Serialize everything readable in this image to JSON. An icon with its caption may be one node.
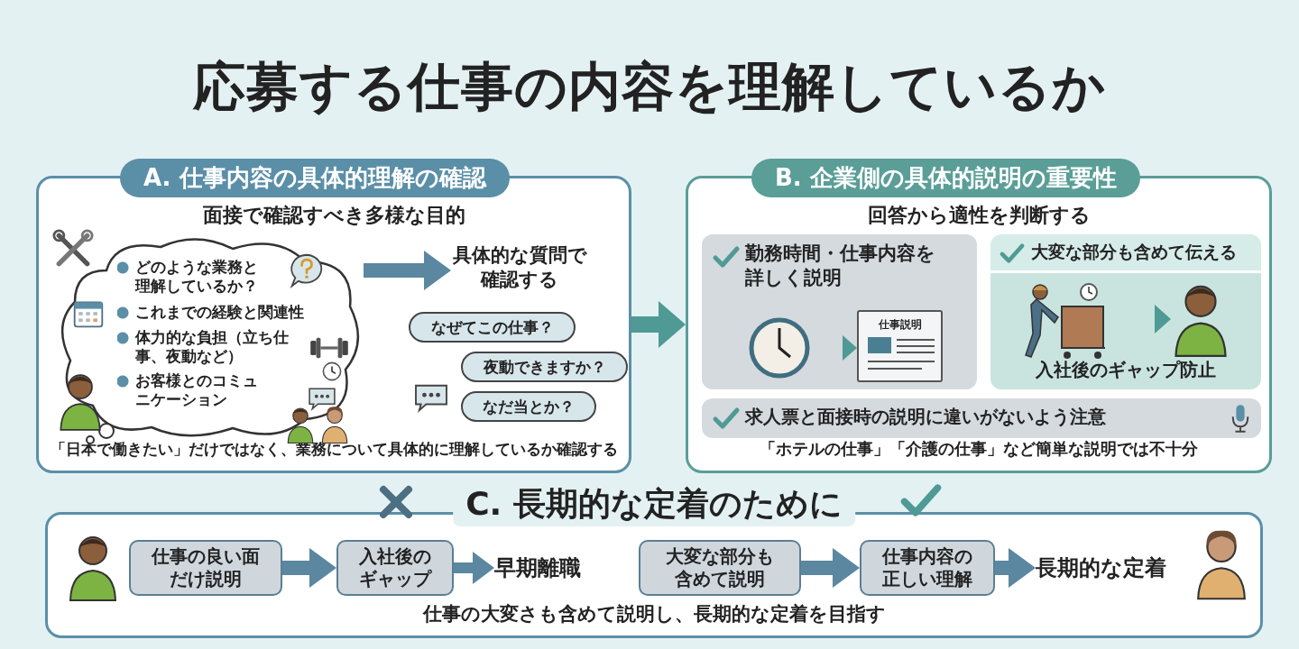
{
  "diagram": {
    "title": "応募する仕事の内容を理解しているか",
    "nodes": [
      {
        "text": [
          "A. 仕事内容の具体的理解の確認",
          "面接で確認すべき多様な目的",
          "「日本で働きたい」だけではなく、業務について具体的に理解しているか確認する"
        ]
      },
      {
        "text": [
          "どのような業務と理解しているか？",
          "これまでの経験と関連性",
          "体力的な負担（立ち仕事、夜動など）",
          "お客様とのコミュニケーション"
        ],
        "in": 0
      },
      {
        "text": [
          "具体的な質問で確認する"
        ],
        "in": 0
      },
      {
        "text": [
          "なぜてこの仕事？"
        ],
        "in": 0
      },
      {
        "text": [
          "夜動できますか？"
        ],
        "in": 0
      },
      {
        "text": [
          "なだ当とか？"
        ],
        "in": 0
      },
      {
        "text": [
          "B. 企業側の具体的説明の重要性",
          "回答から適性を判断する",
          "「ホテルの仕事」「介護の仕事」など簡単な説明では不十分"
        ]
      },
      {
        "text": [
          "勤務時間・仕事内容を詳しく説明"
        ],
        "in": 6
      },
      {
        "text": [],
        "shape": "picture",
        "in": 7
      },
      {
        "text": [
          "仕事説明"
        ],
        "in": 7
      },
      {
        "text": [
          "大変な部分も含めて伝える",
          "入社後のギャップ防止"
        ],
        "in": 6
      },
      {
        "text": [],
        "shape": "picture",
        "in": 10
      },
      {
        "text": [],
        "shape": "picture",
        "in": 10
      },
      {
        "text": [
          "求人票と面接時の説明に違いがないよう注意"
        ],
        "in": 6
      },
      {
        "text": [
          "C. 長期的な定着のために",
          "仕事の大変さも含めて説明し、長期的な定着を目指す"
        ]
      },
      {
        "text": [
          "仕事の良い面だけ説明"
        ],
        "in": 14
      },
      {
        "text": [
          "入社後のギャップ"
        ],
        "in": 14
      },
      {
        "text": [
          "早期離職"
        ],
        "in": 14
      },
      {
        "text": [
          "大変な部分も含めて説明"
        ],
        "in": 14
      },
      {
        "text": [
          "仕事内容の正しい理解"
        ],
        "in": 14
      },
      {
        "text": [
          "長期的な定着"
        ],
        "in": 14
      }
    ],
    "edges": [
      {
        "from": 1,
        "to": 2,
        "arrow": "to"
      },
      {
        "from": 0,
        "to": 6,
        "arrow": "to",
        "color": "#4f9a94"
      },
      {
        "from": 8,
        "to": 9,
        "arrow": "to",
        "color": "#4f9a94"
      },
      {
        "from": 11,
        "to": 12,
        "arrow": "to",
        "color": "#4f9a94"
      },
      {
        "from": 15,
        "to": 16,
        "arrow": "to"
      },
      {
        "from": 16,
        "to": 17,
        "arrow": "to"
      },
      {
        "from": 18,
        "to": 19,
        "arrow": "to"
      },
      {
        "from": 19,
        "to": 20,
        "arrow": "to"
      }
    ]
  }
}
